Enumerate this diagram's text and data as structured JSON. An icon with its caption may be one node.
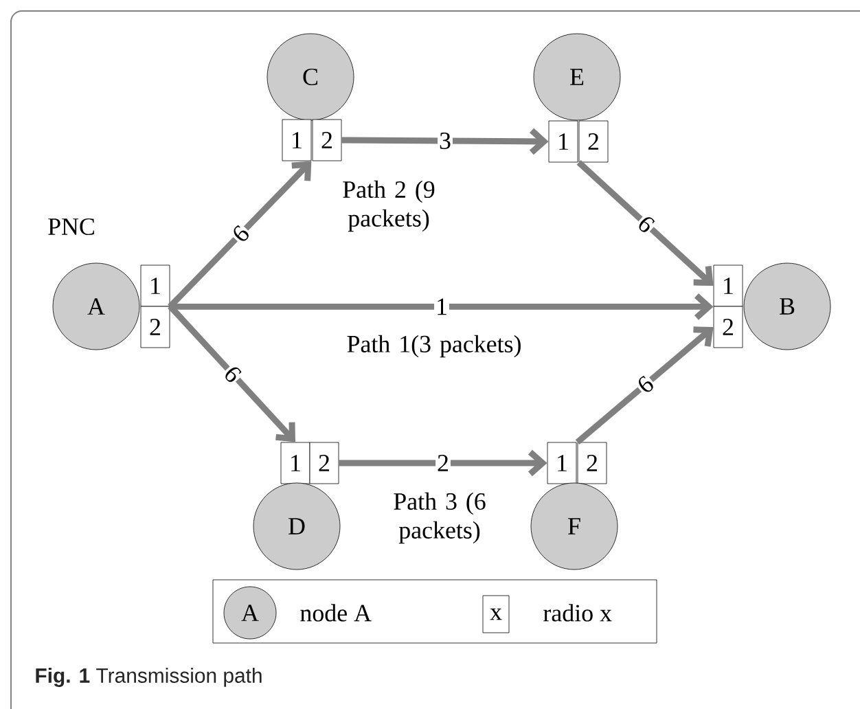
{
  "diagram": {
    "caption": "**Fig. 1** Transmission path",
    "nodes": [
      {
        "text": [
          "C"
        ]
      },
      {
        "text": [
          "1"
        ]
      },
      {
        "text": [
          "2"
        ]
      },
      {
        "text": [
          "E"
        ]
      },
      {
        "text": [
          "1"
        ]
      },
      {
        "text": [
          "2"
        ]
      },
      {
        "text": [
          "A"
        ],
        "beside": [
          "PNC"
        ]
      },
      {
        "text": [
          "1"
        ]
      },
      {
        "text": [
          "2"
        ]
      },
      {
        "text": [
          "B"
        ]
      },
      {
        "text": [
          "1"
        ]
      },
      {
        "text": [
          "2"
        ]
      },
      {
        "text": [
          "1"
        ]
      },
      {
        "text": [
          "2"
        ]
      },
      {
        "text": [
          "D"
        ]
      },
      {
        "text": [
          "1"
        ]
      },
      {
        "text": [
          "2"
        ]
      },
      {
        "text": [
          "F"
        ]
      }
    ],
    "edges": [
      {
        "from": 7,
        "to": 1,
        "arrow": "to",
        "label": "6"
      },
      {
        "from": 2,
        "to": 4,
        "arrow": "to",
        "label": "3"
      },
      {
        "from": 5,
        "to": 10,
        "arrow": "to",
        "label": "6"
      },
      {
        "from": 7,
        "to": 10,
        "arrow": "to",
        "label": "1"
      },
      {
        "from": 8,
        "to": 12,
        "arrow": "to",
        "label": "6"
      },
      {
        "from": 13,
        "to": 15,
        "arrow": "to",
        "label": "2"
      },
      {
        "from": 16,
        "to": 11,
        "arrow": "to",
        "label": "6"
      }
    ],
    "labels": [
      "Path 2 (9 packets)",
      "Path 1(3 packets)",
      "Path 3 (6 packets)",
      "A",
      "x"
    ],
    "legend": [
      {
        "text": "node A"
      },
      {
        "text": "radio x"
      }
    ]
  }
}
